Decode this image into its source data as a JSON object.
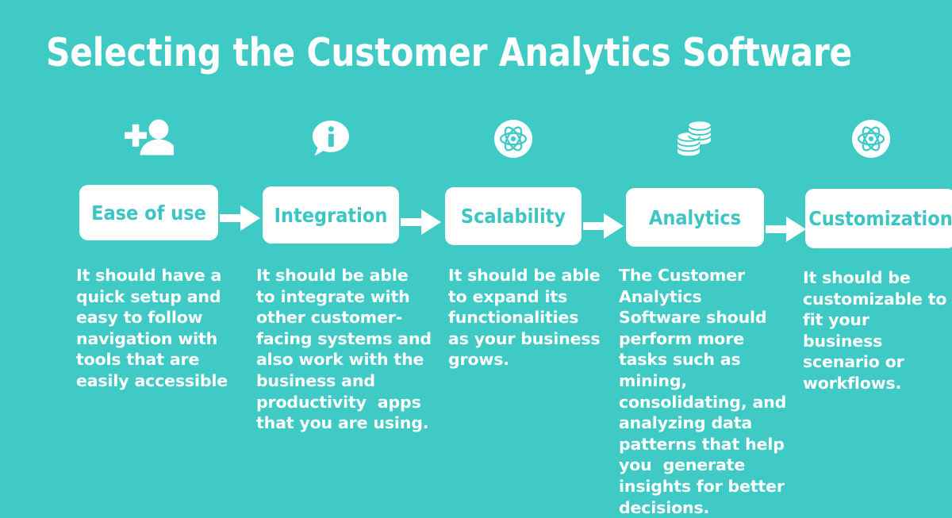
{
  "page": {
    "background_color": "#3fcac6",
    "accent_color": "#3cc5c3",
    "text_color": "#ffffff",
    "title": "Selecting the Customer Analytics Software"
  },
  "steps": [
    {
      "icon": "person-add-icon",
      "label": "Ease of use",
      "description": "It should have a quick setup and easy to follow navigation with tools that are easily accessible"
    },
    {
      "icon": "info-speech-bubble-icon",
      "label": "Integration",
      "description": "It should be able to integrate with other customer-facing systems and also work with the business and productivity  apps that you are using."
    },
    {
      "icon": "atom-circle-icon",
      "label": "Scalability",
      "description": "It should be able to expand its functionalities as your business grows."
    },
    {
      "icon": "database-stack-icon",
      "label": "Analytics",
      "description": "The Customer Analytics Software should perform more tasks such as mining, consolidating, and analyzing data patterns that help you  generate insights for better decisions."
    },
    {
      "icon": "atom-circle-icon",
      "label": "Customization",
      "description": "It should be customizable to fit your business scenario or workflows."
    }
  ],
  "connectors": [
    {
      "name": "arrow-1",
      "direction": "right"
    },
    {
      "name": "arrow-2",
      "direction": "right"
    },
    {
      "name": "arrow-3",
      "direction": "right"
    },
    {
      "name": "arrow-4",
      "direction": "right"
    }
  ]
}
